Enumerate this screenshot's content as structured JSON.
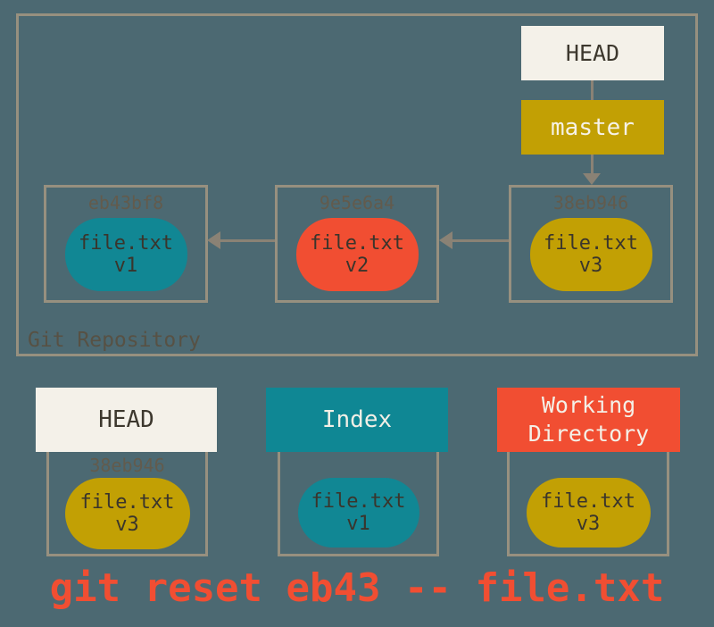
{
  "colors": {
    "background": "#4C6972",
    "box_border": "#97907F",
    "arrow": "#8A8275",
    "cream": "#F4F1E9",
    "gold": "#C2A004",
    "teal": "#118794",
    "red": "#F14E32",
    "dark_text": "#3D382E",
    "hash_text": "#625B4D"
  },
  "repository": {
    "label": "Git Repository",
    "head_pointer": "HEAD",
    "branch": "master",
    "commits": [
      {
        "hash": "eb43bf8",
        "file": "file.txt",
        "version": "v1",
        "color": "teal"
      },
      {
        "hash": "9e5e6a4",
        "file": "file.txt",
        "version": "v2",
        "color": "red"
      },
      {
        "hash": "38eb946",
        "file": "file.txt",
        "version": "v3",
        "color": "gold"
      }
    ]
  },
  "areas": {
    "head": {
      "title": "HEAD",
      "hash": "38eb946",
      "file": "file.txt",
      "version": "v3",
      "color": "gold"
    },
    "index": {
      "title": "Index",
      "file": "file.txt",
      "version": "v1",
      "color": "teal"
    },
    "working_directory": {
      "title": "Working Directory",
      "file": "file.txt",
      "version": "v3",
      "color": "gold"
    }
  },
  "command": "git reset eb43 -- file.txt"
}
